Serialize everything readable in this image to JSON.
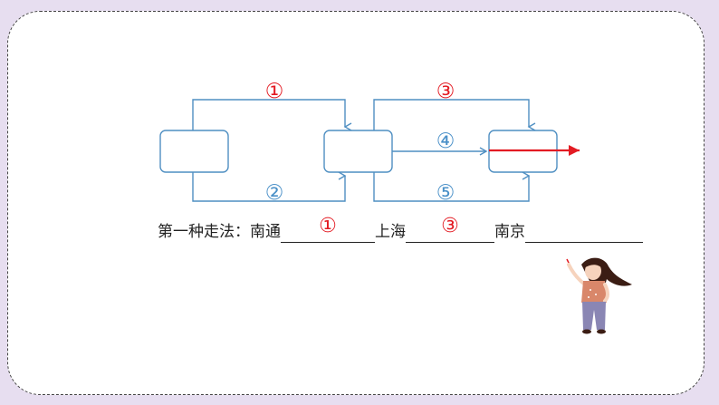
{
  "diagram": {
    "routes": [
      {
        "id": "route-1",
        "label": "①",
        "color": "#e31b23"
      },
      {
        "id": "route-2",
        "label": "②",
        "color": "#4a90c8"
      },
      {
        "id": "route-3",
        "label": "③",
        "color": "#e31b23"
      },
      {
        "id": "route-4",
        "label": "④",
        "color": "#4a90c8"
      },
      {
        "id": "route-5",
        "label": "⑤",
        "color": "#4a90c8"
      }
    ],
    "line_color": "#4f8fc2",
    "highlight_color": "#e31b23"
  },
  "sentence": {
    "prefix": "第一种走法：南通",
    "blank1_answer": "①",
    "mid1": "上海",
    "blank2_answer": "③",
    "mid2": "南京",
    "blank3_answer": ""
  },
  "icons": {
    "illustration": "girl-pointing-illustration"
  }
}
